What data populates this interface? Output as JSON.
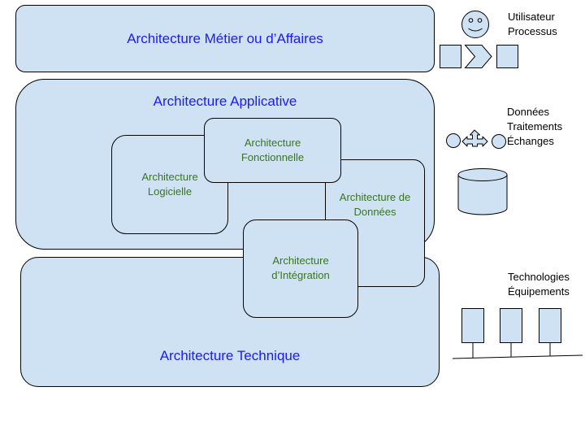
{
  "layers": {
    "metier": "Architecture Métier ou d’Affaires",
    "applicative": "Architecture Applicative",
    "technique": "Architecture Technique"
  },
  "sub_blocks": {
    "fonctionnelle": [
      "Architecture",
      "Fonctionnelle"
    ],
    "logicielle": [
      "Architecture",
      "Logicielle"
    ],
    "donnees": [
      "Architecture de",
      "Données"
    ],
    "integration": [
      "Architecture",
      "d’Intégration"
    ]
  },
  "legend": {
    "metier": [
      "Utilisateur",
      "Processus"
    ],
    "applicative": [
      "Données",
      "Traitements",
      "Échanges"
    ],
    "technique": [
      "Technologies",
      "Équipements"
    ]
  },
  "colors": {
    "box_fill": "#cfe2f3",
    "main_title": "#1a1aff",
    "sub_title": "#38761d"
  },
  "icons": {
    "metier": [
      "smiley-user-icon",
      "process-chevron-icon"
    ],
    "applicative": [
      "exchange-arrows-icon",
      "database-cylinder-icon"
    ],
    "technique": [
      "network-servers-icon"
    ]
  }
}
